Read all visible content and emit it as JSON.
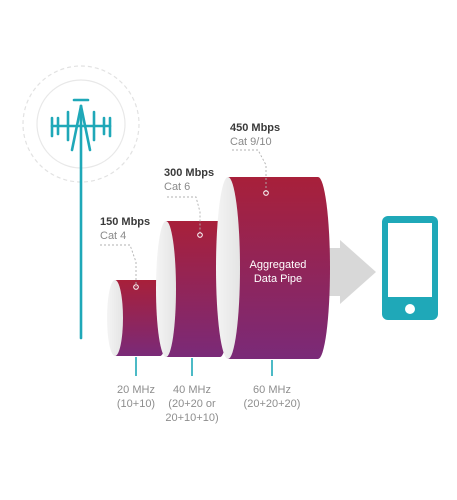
{
  "cylinders": [
    {
      "speed": "150 Mbps",
      "category": "Cat 4",
      "bandwidth": "20 MHz\n(10+10)"
    },
    {
      "speed": "300 Mbps",
      "category": "Cat 6",
      "bandwidth": "40 MHz\n(20+20 or\n20+10+10)"
    },
    {
      "speed": "450 Mbps",
      "category": "Cat 9/10",
      "bandwidth": "60 MHz\n(20+20+20)"
    }
  ],
  "pipe_label": "Aggregated\nData Pipe",
  "colors": {
    "teal": "#1fa8b8",
    "pipe_top": "#a8203a",
    "pipe_bottom": "#7a2a78",
    "arrow": "#d8d8d8",
    "ring": "#e2e2e2",
    "dashed": "#b0b0b0"
  },
  "icons": [
    "cell-tower-icon",
    "signal-rings-icon",
    "arrow-right-icon",
    "smartphone-icon"
  ]
}
